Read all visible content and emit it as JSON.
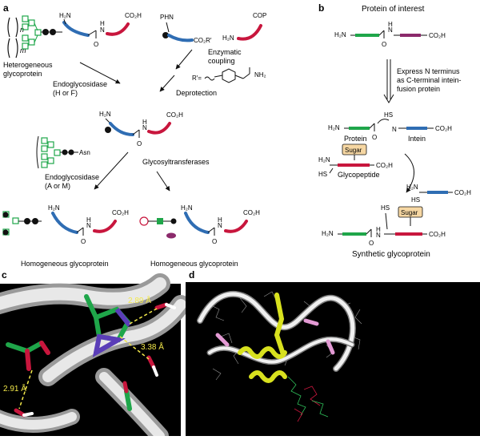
{
  "panels": {
    "a": {
      "label": "a",
      "subscripts": {
        "n": "n",
        "m": "m"
      },
      "sub_h2n": "H₂N",
      "sub_co2h": "CO₂H",
      "sub_amide_h": "H",
      "sub_amide_n": "N",
      "sub_amide_o": "O",
      "hetero_label_1": "Heterogeneous",
      "hetero_label_2": "glycoprotein",
      "phn": "PHN",
      "co2r": "CO₂R′",
      "cop": "COP",
      "enzymatic_1": "Enzymatic",
      "enzymatic_2": "coupling",
      "rprime": "R′=",
      "nh2": "NH₂",
      "deprotection": "Deprotection",
      "endo_hf_1": "Endoglycosidase",
      "endo_hf_2": "(H or F)",
      "asn": "Asn",
      "endo_am_1": "Endoglycosidase",
      "endo_am_2": "(A or M)",
      "glycosyltransferases": "Glycosyltransferases",
      "homog_1": "Homogeneous glycoprotein",
      "homog_2": "Homogeneous glycoprotein"
    },
    "b": {
      "label": "b",
      "protein_of_interest": "Protein of interest",
      "h2n": "H₂N",
      "co2h": "CO₂H",
      "amide_h": "H",
      "amide_n": "N",
      "amide_o": "O",
      "express_1": "Express N terminus",
      "express_2": "as C-terminal intein-",
      "express_3": "fusion protein",
      "hs": "HS",
      "protein": "Protein",
      "intein": "Intein",
      "sugar": "Sugar",
      "glycopeptide": "Glycopeptide",
      "synthetic": "Synthetic glycoprotein"
    },
    "c": {
      "label": "c",
      "dist_1": "2.89 Å",
      "dist_2": "3.38 Å",
      "dist_3": "2.91 Å"
    },
    "d": {
      "label": "d"
    }
  },
  "colors": {
    "blue": "#2f6db3",
    "red": "#c8163d",
    "green": "#1fa64a",
    "purple": "#8b2a6b",
    "sugar_fill": "#f6d7a3",
    "hbond": "#f2e84a",
    "helix_yellow": "#d8e11e",
    "magenta_ring": "#d8365a"
  }
}
